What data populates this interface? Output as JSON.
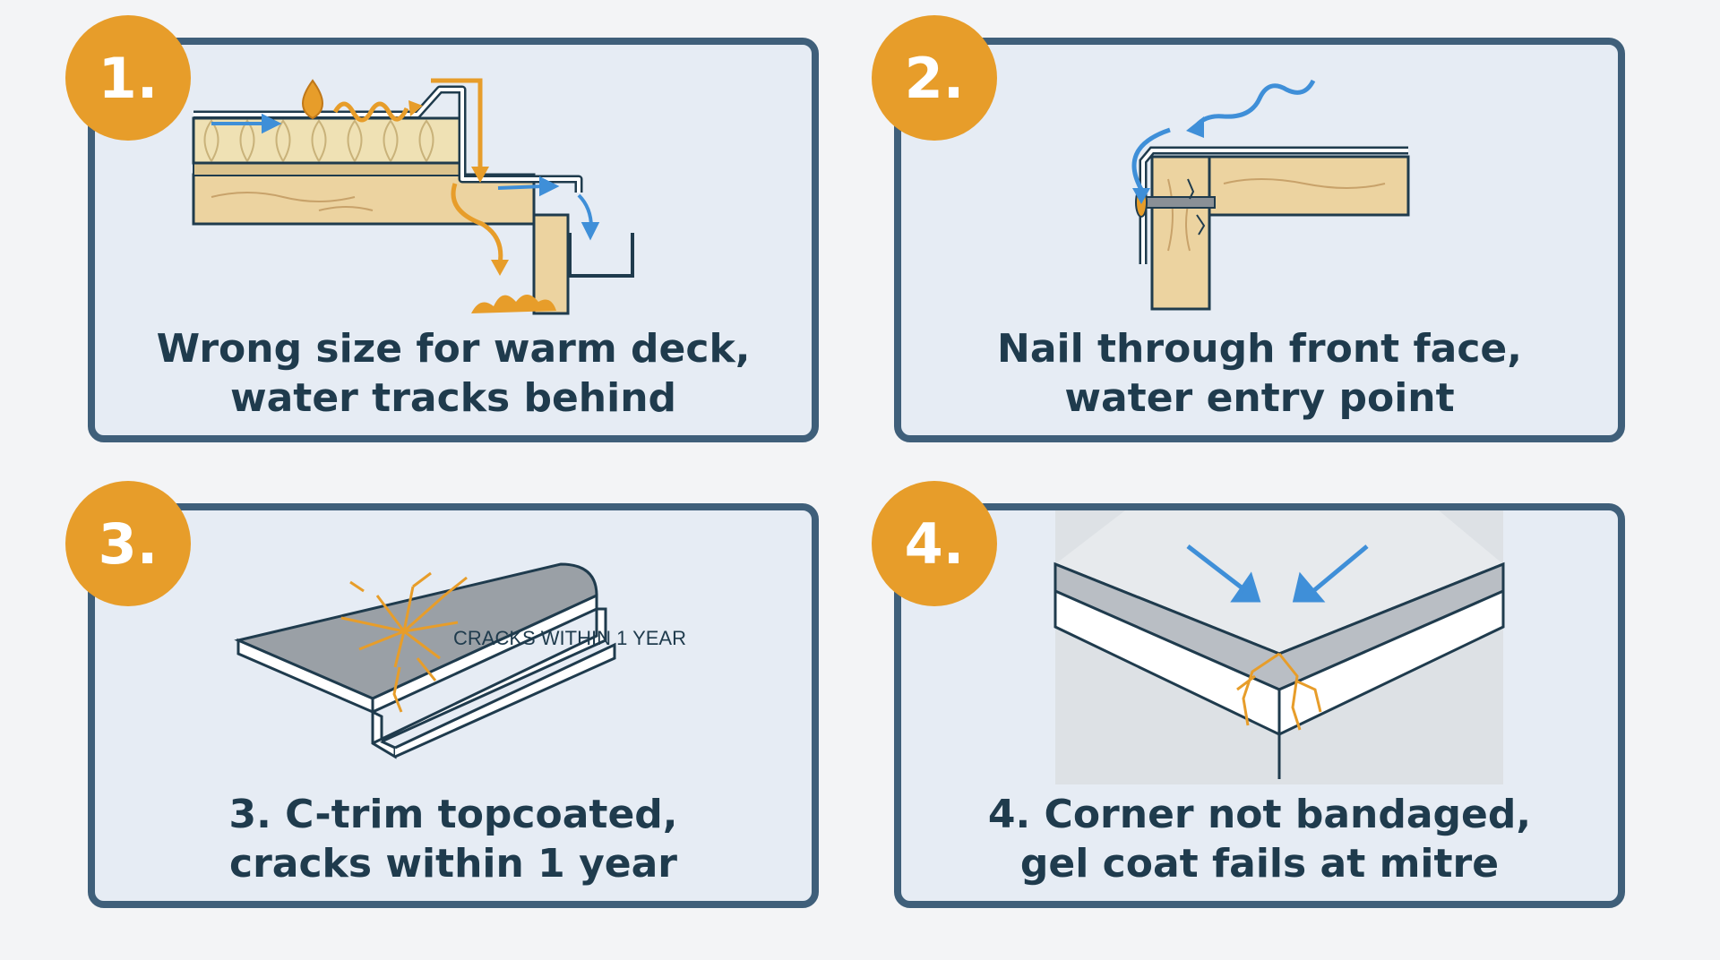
{
  "colors": {
    "panel_bg": "#e6ecf4",
    "panel_border": "#3f5f7a",
    "badge": "#e79d2a",
    "text": "#1f3b4d",
    "wood": "#ecd3a0",
    "insulation": "#efe1b4",
    "trim": "#b9bec4",
    "water_blue": "#3f8fd8",
    "crack_orange": "#e79d2a"
  },
  "panels": [
    {
      "number": "1.",
      "caption_line1": "Wrong size for warm deck,",
      "caption_line2": "water tracks behind",
      "icons": [
        "wind-arrow-icon",
        "water-drop-icon",
        "wavy-arrow-icon",
        "splash-icon",
        "gutter-icon"
      ]
    },
    {
      "number": "2.",
      "caption_line1": "Nail through front face,",
      "caption_line2": "water entry point",
      "icons": [
        "wavy-arrow-icon",
        "curved-arrow-icon",
        "nail-icon",
        "crack-icon"
      ]
    },
    {
      "number": "3.",
      "caption_line1": "3. C-trim topcoated,",
      "caption_line2": "cracks within 1 year",
      "label": "CRACKS WITHIN 1 YEAR",
      "icons": [
        "crack-icon"
      ]
    },
    {
      "number": "4.",
      "caption_line1": "4. Corner not bandaged,",
      "caption_line2": "gel coat fails at mitre",
      "icons": [
        "arrow-icon",
        "crack-icon"
      ]
    }
  ]
}
